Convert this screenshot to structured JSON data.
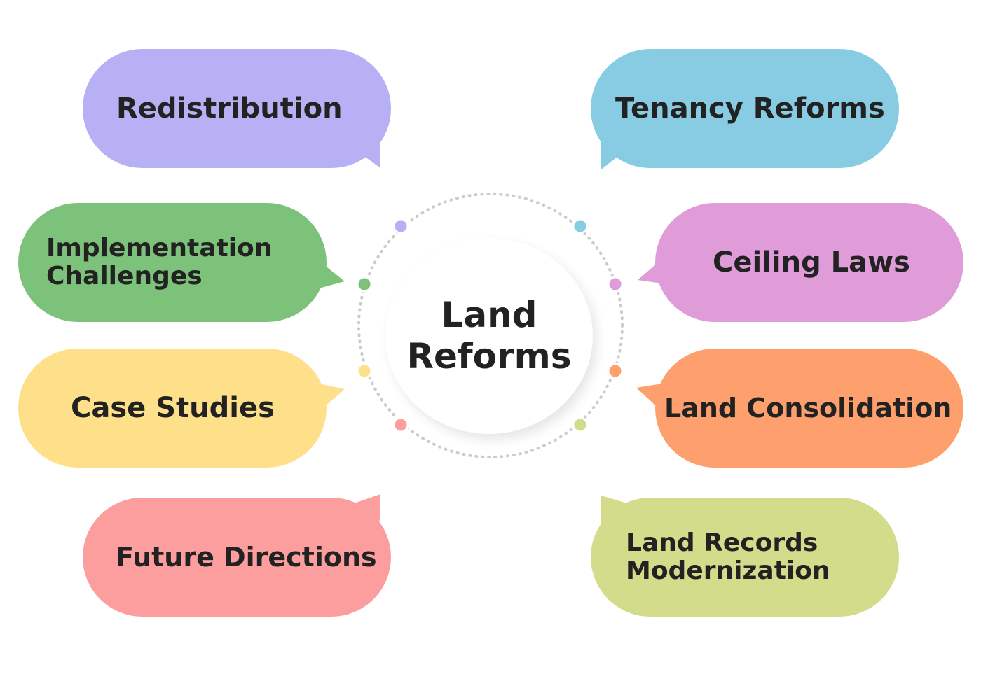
{
  "center": {
    "line1": "Land",
    "line2": "Reforms"
  },
  "topics": [
    {
      "id": "redistribution",
      "label": "Redistribution",
      "color": "#b8b0f5"
    },
    {
      "id": "tenancy-reforms",
      "label": "Tenancy Reforms",
      "color": "#88cce3"
    },
    {
      "id": "implementation-challenges",
      "lines": [
        "Implementation",
        "Challenges"
      ],
      "color": "#7dc27a"
    },
    {
      "id": "ceiling-laws",
      "label": "Ceiling Laws",
      "color": "#e09bd9"
    },
    {
      "id": "case-studies",
      "label": "Case Studies",
      "color": "#fee08a"
    },
    {
      "id": "land-consolidation",
      "label": "Land Consolidation",
      "color": "#fda06e"
    },
    {
      "id": "future-directions",
      "label": "Future Directions",
      "color": "#fd9e9e"
    },
    {
      "id": "land-records-modernization",
      "lines": [
        "Land Records",
        "Modernization"
      ],
      "color": "#d2dc8a"
    }
  ]
}
